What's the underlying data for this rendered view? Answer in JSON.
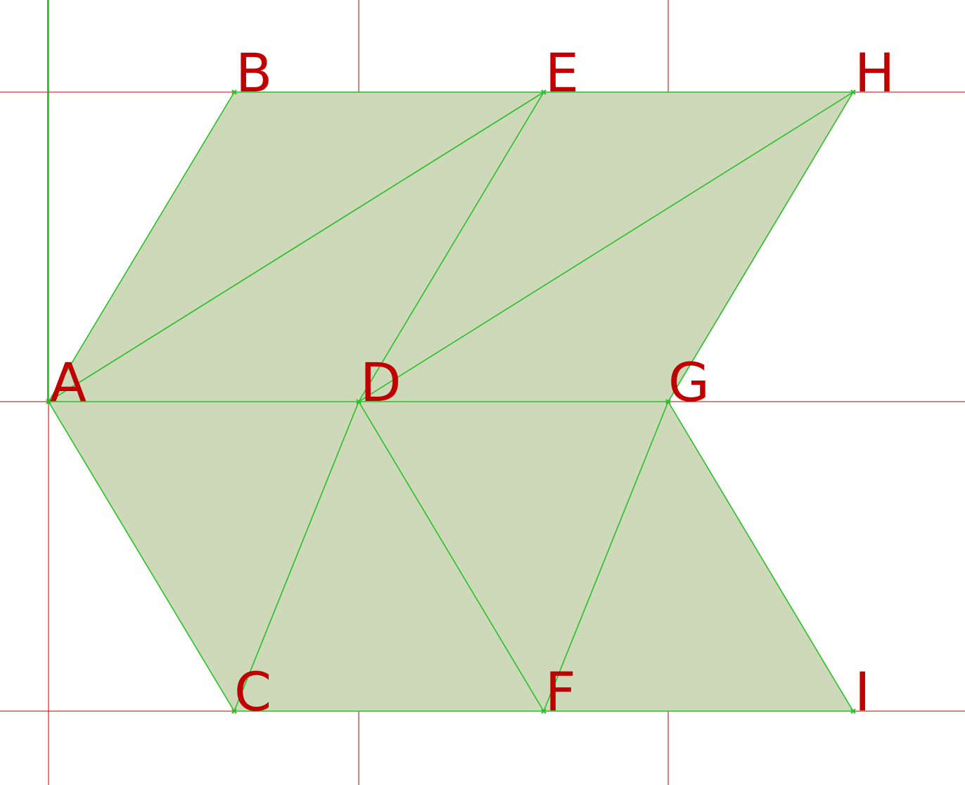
{
  "colors": {
    "background": "#ffffff",
    "grid": "#c00000",
    "axis": "#2db82d",
    "fill": "#cdd9b8",
    "edge": "#27c027",
    "label": "#c00000"
  },
  "points": [
    {
      "id": "A",
      "label": "A"
    },
    {
      "id": "B",
      "label": "B"
    },
    {
      "id": "C",
      "label": "C"
    },
    {
      "id": "D",
      "label": "D"
    },
    {
      "id": "E",
      "label": "E"
    },
    {
      "id": "F",
      "label": "F"
    },
    {
      "id": "G",
      "label": "G"
    },
    {
      "id": "H",
      "label": "H"
    },
    {
      "id": "I",
      "label": "I"
    }
  ],
  "edges": [
    [
      "A",
      "B"
    ],
    [
      "B",
      "E"
    ],
    [
      "E",
      "H"
    ],
    [
      "A",
      "E"
    ],
    [
      "E",
      "D"
    ],
    [
      "D",
      "H"
    ],
    [
      "H",
      "G"
    ],
    [
      "A",
      "D"
    ],
    [
      "D",
      "G"
    ],
    [
      "A",
      "C"
    ],
    [
      "C",
      "D"
    ],
    [
      "D",
      "F"
    ],
    [
      "F",
      "G"
    ],
    [
      "G",
      "I"
    ],
    [
      "C",
      "F"
    ],
    [
      "F",
      "I"
    ]
  ],
  "regions": [
    [
      "A",
      "B",
      "E",
      "H",
      "G",
      "D"
    ],
    [
      "A",
      "D",
      "G",
      "I",
      "F",
      "C"
    ]
  ]
}
